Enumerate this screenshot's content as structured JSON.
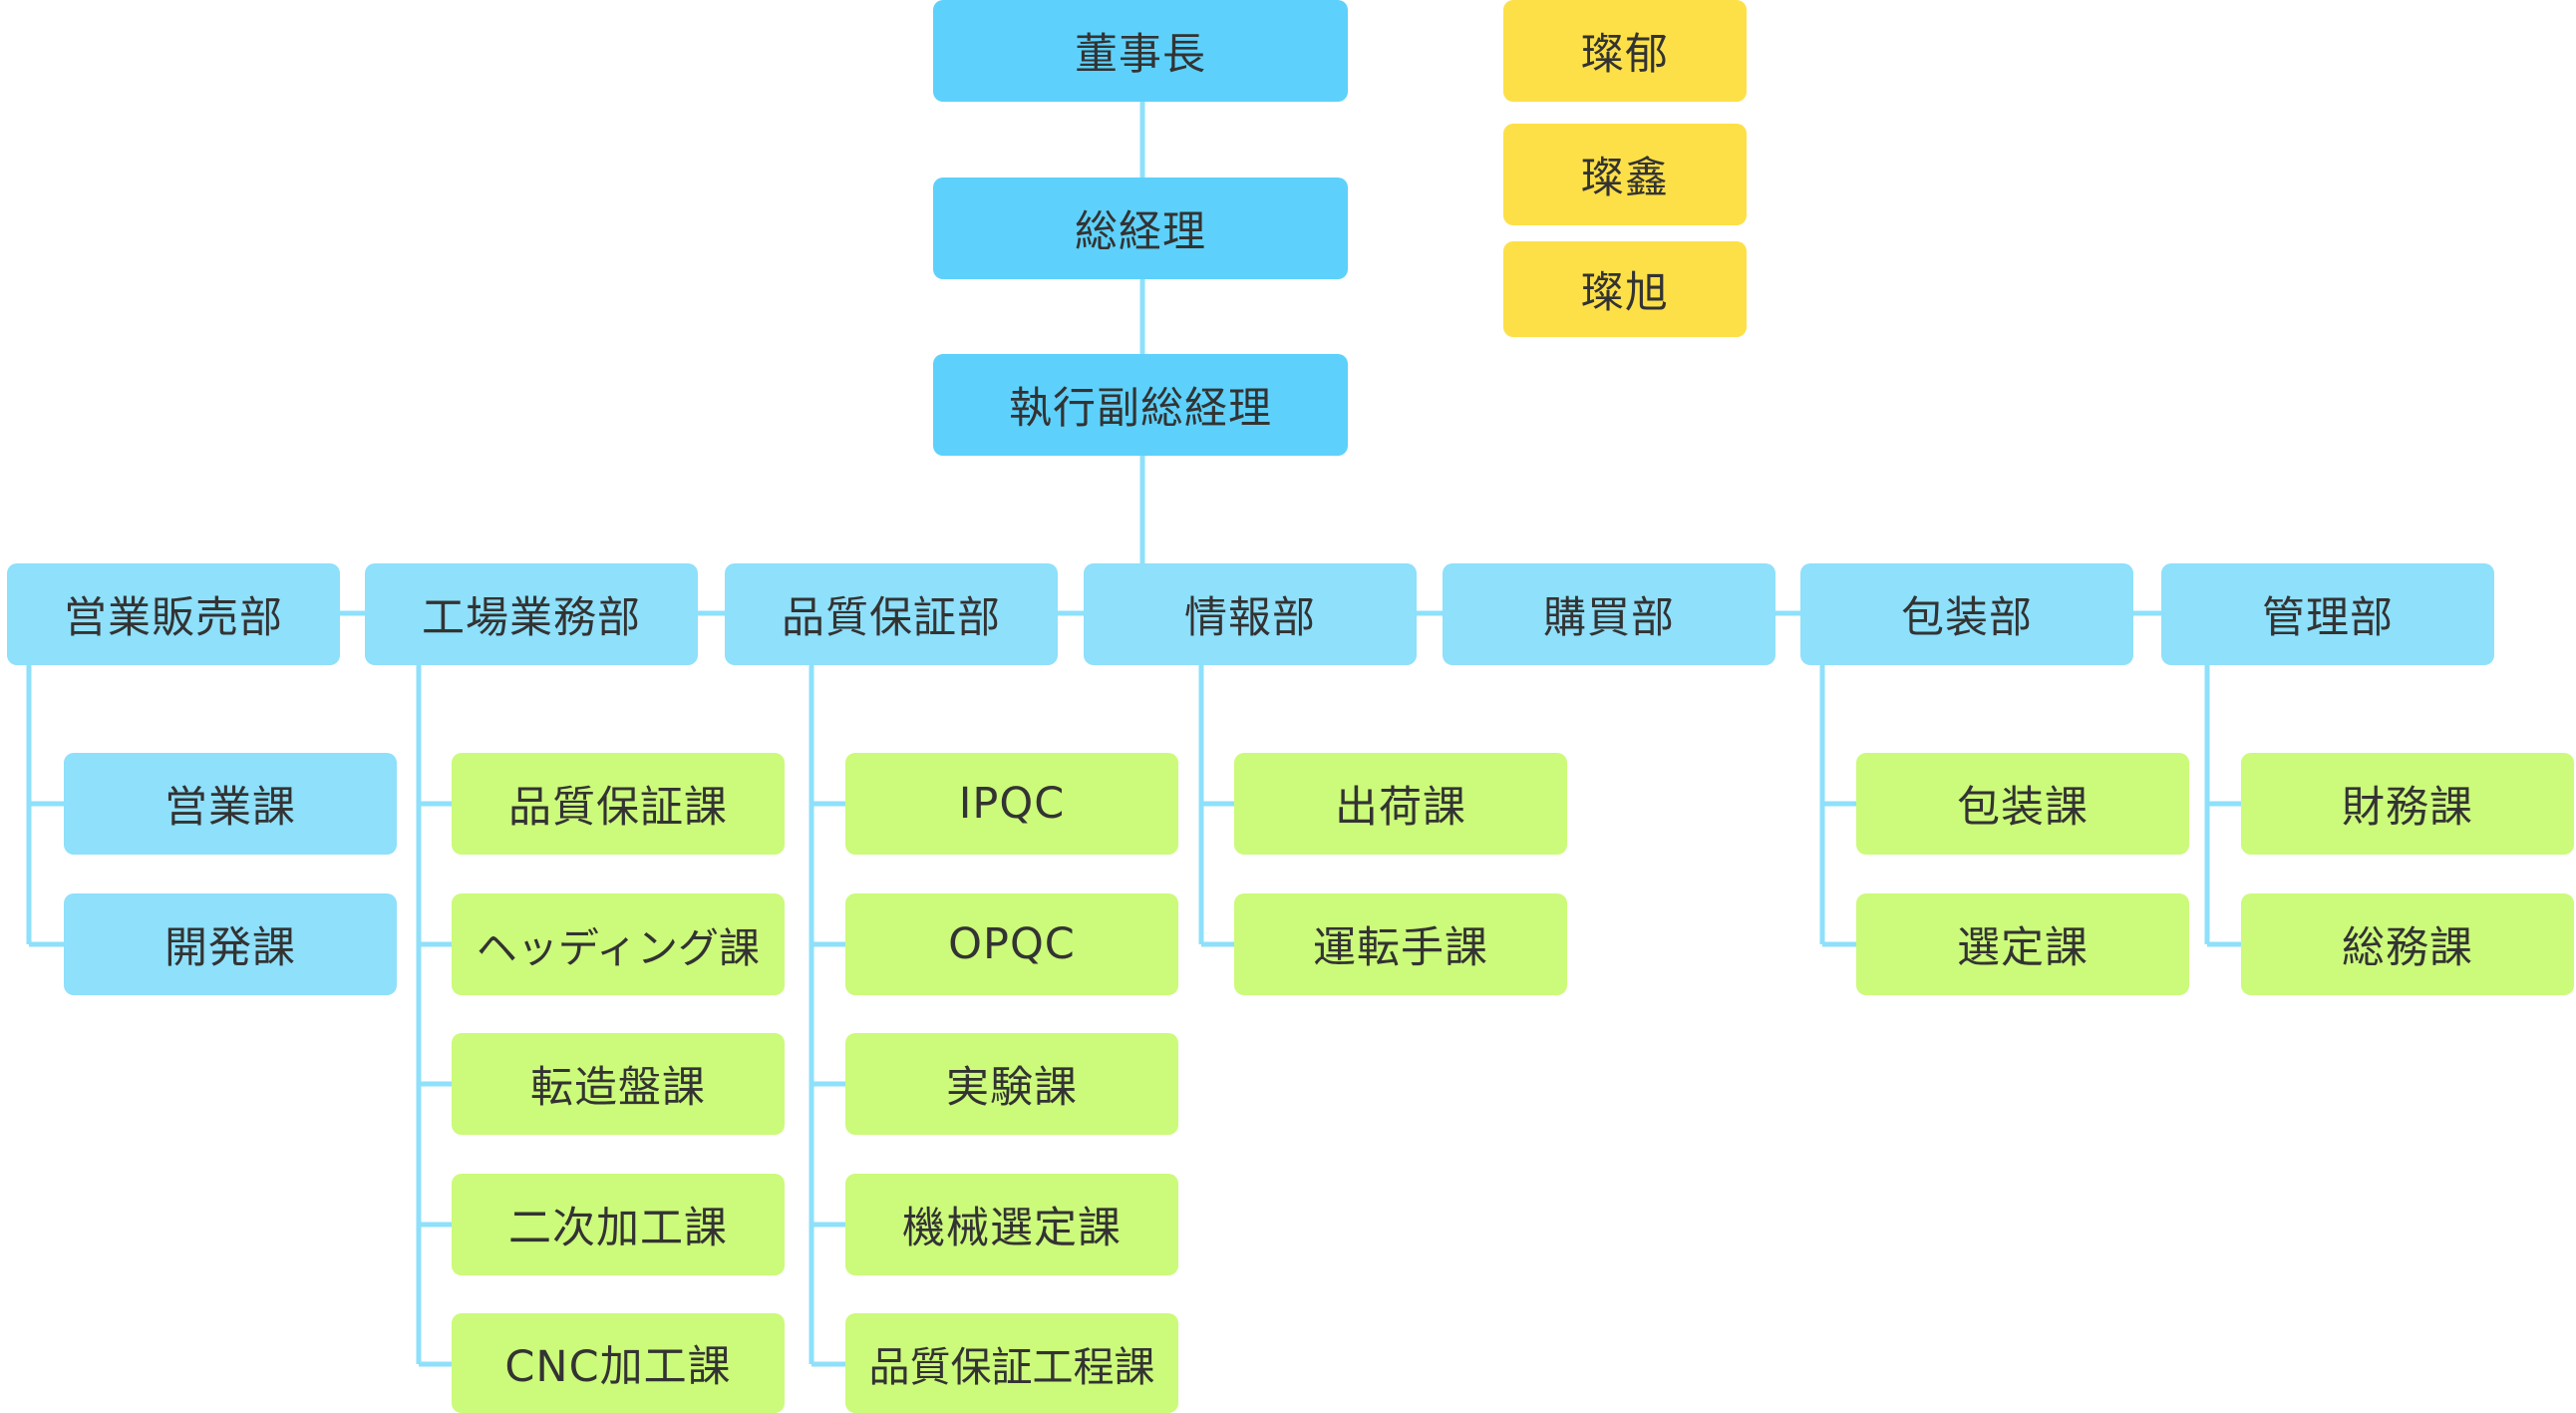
{
  "colors": {
    "executive": "#5dd1fb",
    "department": "#8ee0fb",
    "section_green": "#ccfa7a",
    "affiliate": "#fde047",
    "connector": "#8ee0fb",
    "text": "#333333"
  },
  "executives": {
    "chairman": "董事長",
    "general_manager": "総経理",
    "executive_vice_gm": "執行副総経理"
  },
  "affiliates": [
    "璨郁",
    "璨鑫",
    "璨旭"
  ],
  "departments": [
    {
      "name": "営業販売部",
      "sections": [
        "営業課",
        "開発課"
      ]
    },
    {
      "name": "工場業務部",
      "sections": [
        "品質保証課",
        "ヘッディング課",
        "転造盤課",
        "二次加工課",
        "CNC加工課"
      ]
    },
    {
      "name": "品質保証部",
      "sections": [
        "IPQC",
        "OPQC",
        "実験課",
        "機械選定課",
        "品質保証工程課"
      ]
    },
    {
      "name": "情報部",
      "sections": [
        "出荷課",
        "運転手課"
      ]
    },
    {
      "name": "購買部",
      "sections": []
    },
    {
      "name": "包装部",
      "sections": [
        "包装課",
        "選定課"
      ]
    },
    {
      "name": "管理部",
      "sections": [
        "財務課",
        "総務課"
      ]
    }
  ]
}
